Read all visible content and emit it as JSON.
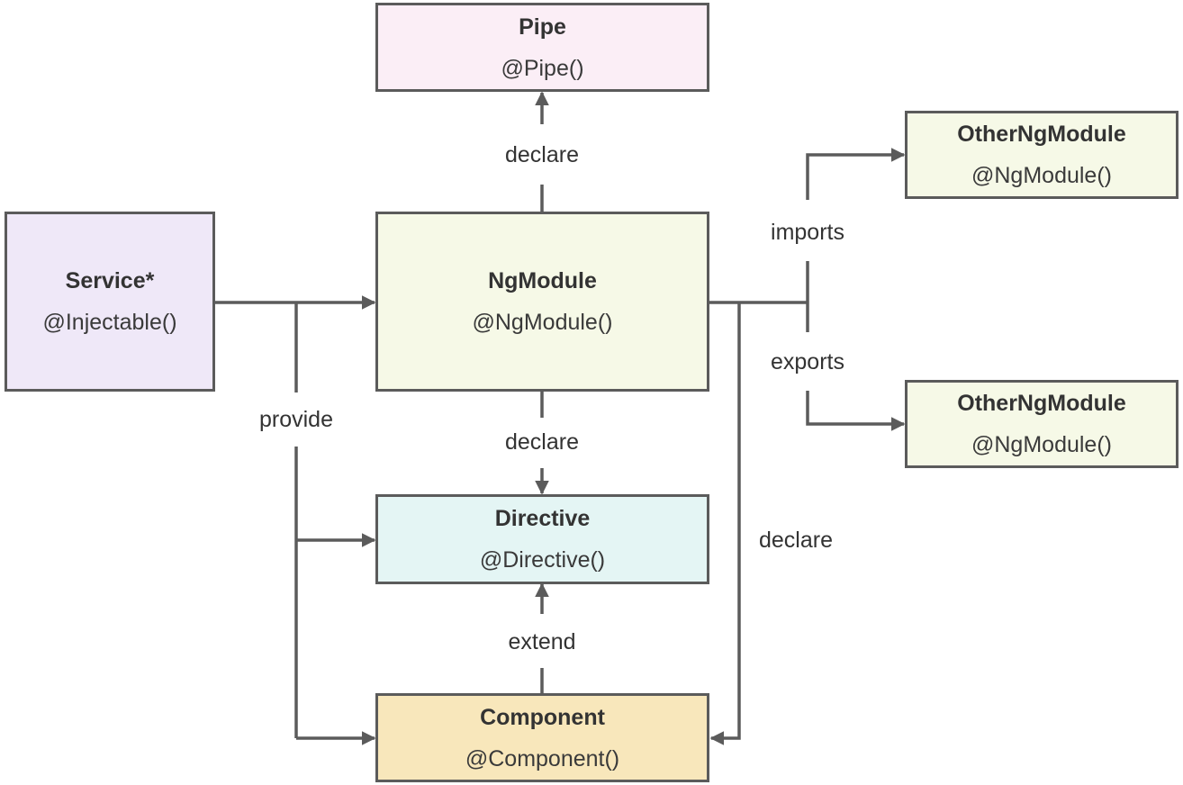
{
  "colors": {
    "line": "#5b5b5b",
    "pipe_fill": "#fbeef6",
    "service_fill": "#efe8f8",
    "ngmodule_fill": "#f6f9e7",
    "directive_fill": "#e4f5f4",
    "component_fill": "#f8e7bb",
    "other_fill": "#f6f9e7"
  },
  "nodes": {
    "pipe": {
      "title": "Pipe",
      "decorator": "@Pipe()"
    },
    "service": {
      "title": "Service*",
      "decorator": "@Injectable()"
    },
    "ngmodule": {
      "title": "NgModule",
      "decorator": "@NgModule()"
    },
    "directive": {
      "title": "Directive",
      "decorator": "@Directive()"
    },
    "component": {
      "title": "Component",
      "decorator": "@Component()"
    },
    "other_imports": {
      "title": "OtherNgModule",
      "decorator": "@NgModule()"
    },
    "other_exports": {
      "title": "OtherNgModule",
      "decorator": "@NgModule()"
    }
  },
  "edges": {
    "declare_pipe": "declare",
    "declare_directive": "declare",
    "declare_component": "declare",
    "provide": "provide",
    "extend": "extend",
    "imports": "imports",
    "exports": "exports"
  }
}
